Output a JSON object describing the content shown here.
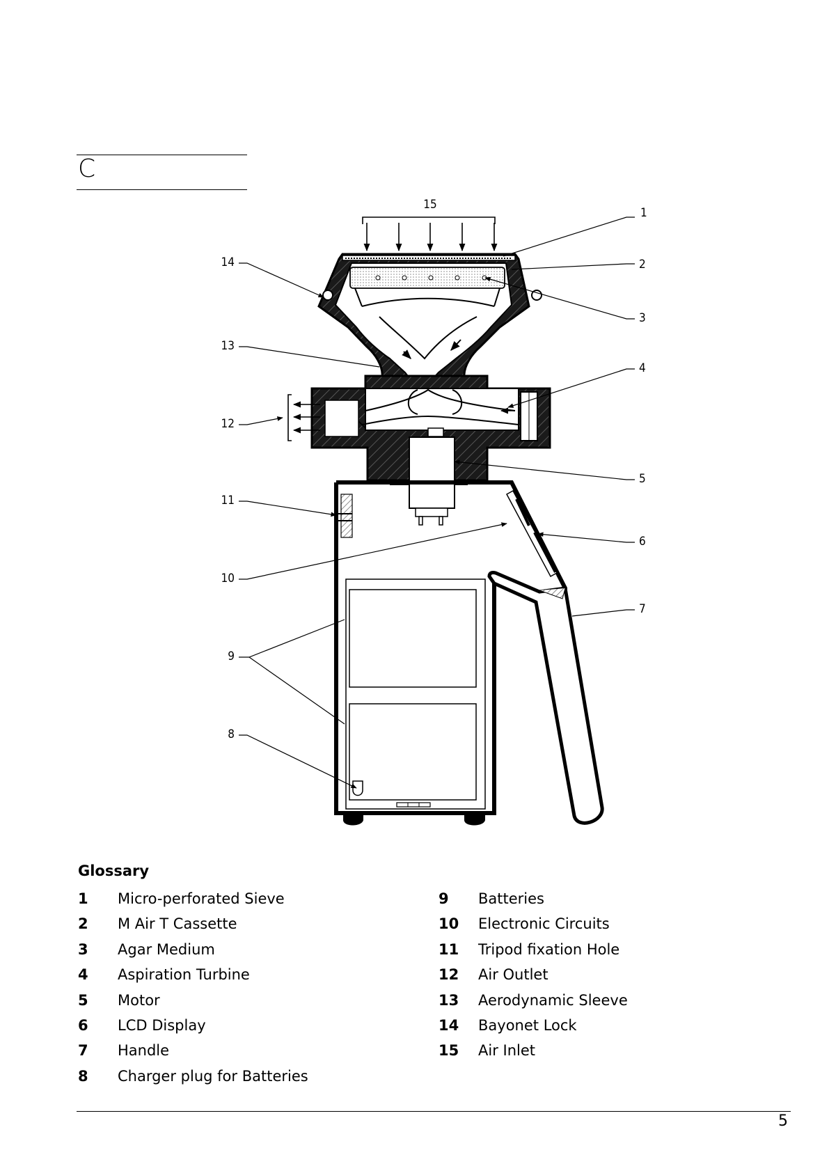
{
  "section": {
    "letter": "C"
  },
  "diagram": {
    "callouts": [
      "15",
      "1",
      "2",
      "3",
      "4",
      "5",
      "6",
      "7",
      "8",
      "9",
      "10",
      "11",
      "12",
      "13",
      "14"
    ]
  },
  "glossary": {
    "title": "Glossary",
    "items": [
      {
        "num": "1",
        "label": "Micro-perforated Sieve"
      },
      {
        "num": "2",
        "label": "M Air T Cassette"
      },
      {
        "num": "3",
        "label": "Agar Medium"
      },
      {
        "num": "4",
        "label": "Aspiration Turbine"
      },
      {
        "num": "5",
        "label": "Motor"
      },
      {
        "num": "6",
        "label": "LCD Display"
      },
      {
        "num": "7",
        "label": "Handle"
      },
      {
        "num": "8",
        "label": "Charger plug for Batteries"
      },
      {
        "num": "9",
        "label": "Batteries"
      },
      {
        "num": "10",
        "label": "Electronic Circuits"
      },
      {
        "num": "11",
        "label": "Tripod fixation Hole"
      },
      {
        "num": "12",
        "label": "Air Outlet"
      },
      {
        "num": "13",
        "label": "Aerodynamic Sleeve"
      },
      {
        "num": "14",
        "label": "Bayonet Lock"
      },
      {
        "num": "15",
        "label": "Air Inlet"
      }
    ]
  },
  "footer": {
    "page_number": "5"
  }
}
